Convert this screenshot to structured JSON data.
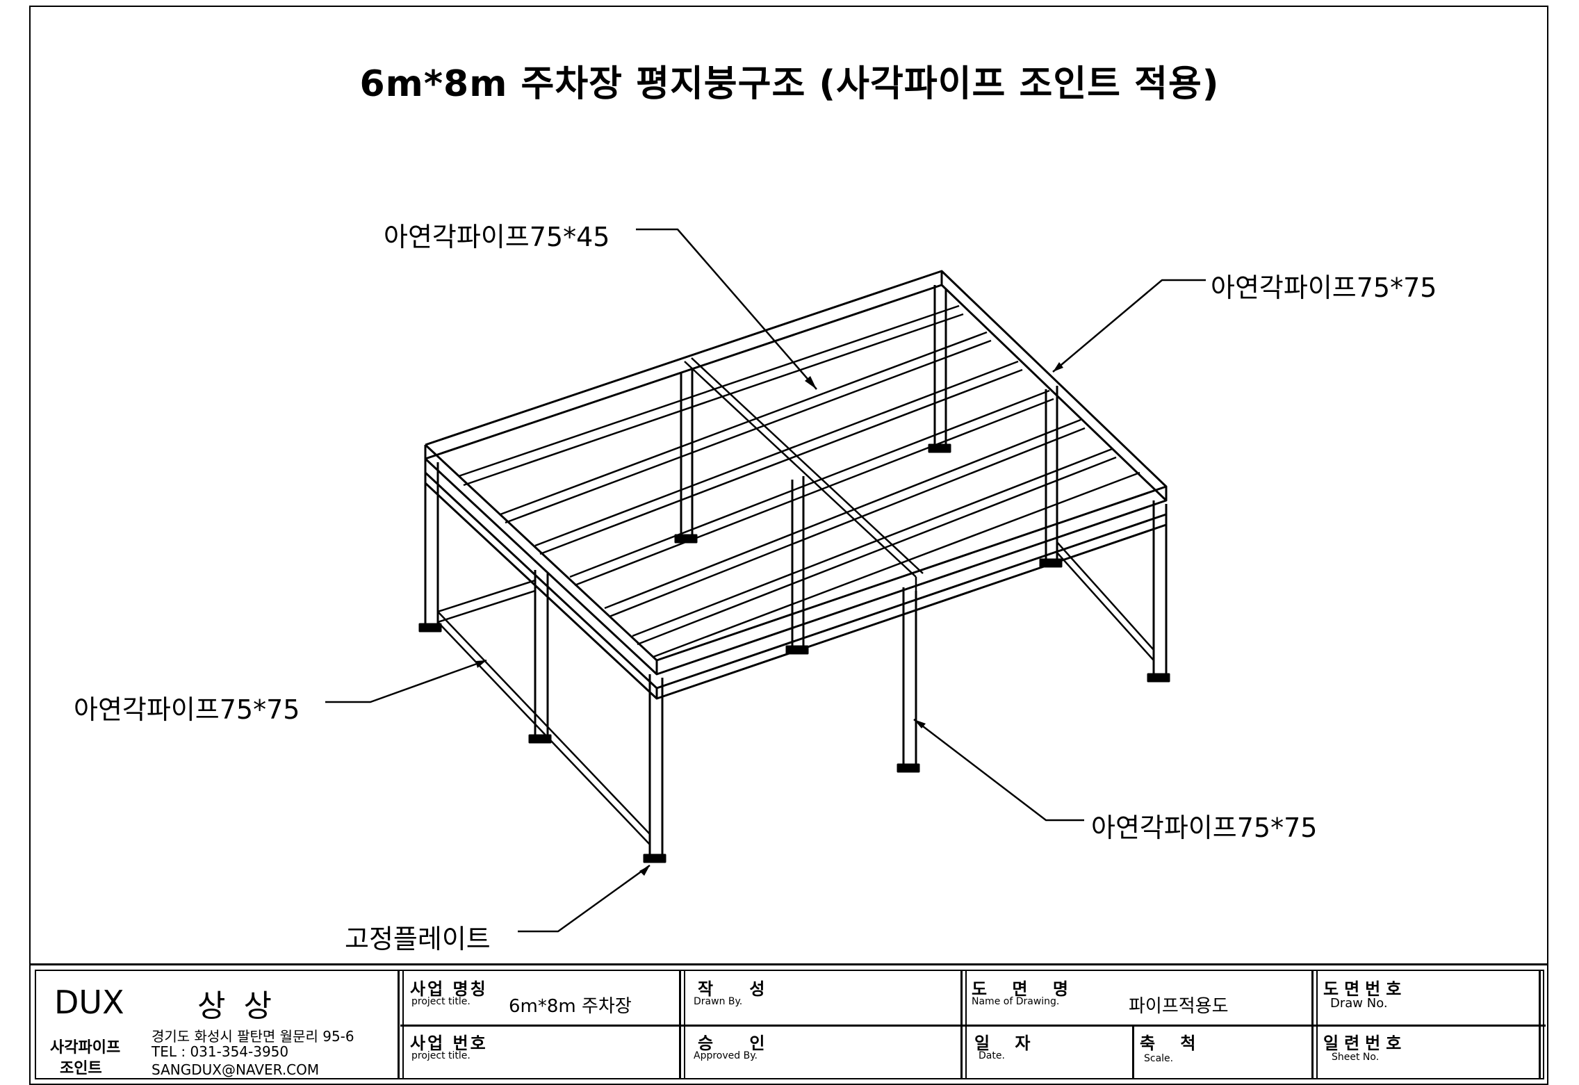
{
  "title": "6m*8m 주차장 평지붕구조 (사각파이프 조인트 적용)",
  "labels": {
    "pipe_top": "아연각파이프75*45",
    "pipe_right": "아연각파이프75*75",
    "pipe_left": "아연각파이프75*75",
    "pipe_bottom_right": "아연각파이프75*75",
    "fixing_plate": "고정플레이트"
  },
  "title_block": {
    "company": {
      "brand": "DUX",
      "name": "상 상",
      "product_line1": "사각파이프",
      "product_line2": "조인트",
      "address": "경기도 화성시 팔탄면 월문리 95-6",
      "tel": "TEL : 031-354-3950",
      "email": "SANGDUX@NAVER.COM"
    },
    "project_name_label": "사업 명칭",
    "project_name_label_en": "project title.",
    "project_name_value": "6m*8m 주차장",
    "project_no_label": "사업 번호",
    "project_no_label_en": "project title.",
    "drawn_label": "작 성",
    "drawn_label_en": "Drawn By.",
    "approved_label": "승 인",
    "approved_label_en": "Approved By.",
    "drawing_name_label": "도 면 명",
    "drawing_name_label_en": "Name of Drawing.",
    "drawing_name_value": "파이프적용도",
    "date_label": "일 자",
    "date_label_en": "Date.",
    "scale_label": "축 척",
    "scale_label_en": "Scale.",
    "draw_no_label": "도면번호",
    "draw_no_label_en": "Draw No.",
    "sheet_no_label": "일련번호",
    "sheet_no_label_en": "Sheet No."
  }
}
